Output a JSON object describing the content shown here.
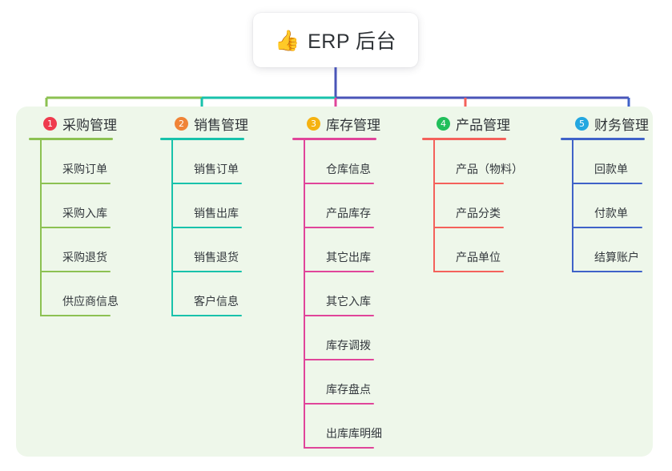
{
  "root": {
    "emoji": "👍",
    "emoji_name": "thumbs-up-icon",
    "label": "ERP 后台"
  },
  "palette": {
    "panel_bg": "#eef7ea",
    "page_bg": "#ffffff",
    "stem": "#4a55b8",
    "text": "#2f3337"
  },
  "columns": [
    {
      "index": "1",
      "title": "采购管理",
      "badge_color": "#ef3b4e",
      "line_color": "#8cc152",
      "items": [
        {
          "label": "采购订单"
        },
        {
          "label": "采购入库"
        },
        {
          "label": "采购退货"
        },
        {
          "label": "供应商信息"
        }
      ]
    },
    {
      "index": "2",
      "title": "销售管理",
      "badge_color": "#f08437",
      "line_color": "#18c2ab",
      "items": [
        {
          "label": "销售订单"
        },
        {
          "label": "销售出库"
        },
        {
          "label": "销售退货"
        },
        {
          "label": "客户信息"
        }
      ]
    },
    {
      "index": "3",
      "title": "库存管理",
      "badge_color": "#f5b211",
      "line_color": "#e0459a",
      "items": [
        {
          "label": "仓库信息"
        },
        {
          "label": "产品库存"
        },
        {
          "label": "其它出库"
        },
        {
          "label": "其它入库"
        },
        {
          "label": "库存调拨"
        },
        {
          "label": "库存盘点"
        },
        {
          "label": "出库库明细"
        }
      ]
    },
    {
      "index": "4",
      "title": "产品管理",
      "badge_color": "#21bf5b",
      "line_color": "#f4615b",
      "items": [
        {
          "label": "产品（物料）"
        },
        {
          "label": "产品分类"
        },
        {
          "label": "产品单位"
        }
      ]
    },
    {
      "index": "5",
      "title": "财务管理",
      "badge_color": "#23a7e0",
      "line_color": "#3f62c8",
      "items": [
        {
          "label": "回款单"
        },
        {
          "label": "付款单"
        },
        {
          "label": "结算账户"
        }
      ]
    }
  ]
}
